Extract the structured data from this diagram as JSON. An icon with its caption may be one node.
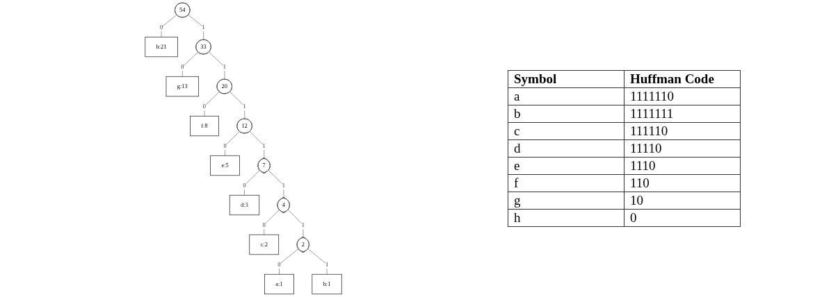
{
  "diagram": {
    "nodes": [
      {
        "text": [
          "54"
        ]
      },
      {
        "text": [
          "h:21"
        ]
      },
      {
        "text": [
          "33"
        ]
      },
      {
        "text": [
          "g:13"
        ]
      },
      {
        "text": [
          "20"
        ]
      },
      {
        "text": [
          "f:8"
        ]
      },
      {
        "text": [
          "12"
        ]
      },
      {
        "text": [
          "e:5"
        ]
      },
      {
        "text": [
          "7"
        ]
      },
      {
        "text": [
          "d:3"
        ]
      },
      {
        "text": [
          "4"
        ]
      },
      {
        "text": [
          "c:2"
        ]
      },
      {
        "text": [
          "2"
        ]
      },
      {
        "text": [
          "a:1"
        ]
      },
      {
        "text": [
          "b:1"
        ]
      }
    ],
    "edges": [
      {
        "from": 0,
        "to": 1,
        "arrow": "none",
        "label": "0"
      },
      {
        "from": 0,
        "to": 2,
        "arrow": "none",
        "label": "1"
      },
      {
        "from": 2,
        "to": 3,
        "arrow": "none",
        "label": "0"
      },
      {
        "from": 2,
        "to": 4,
        "arrow": "none",
        "label": "1"
      },
      {
        "from": 4,
        "to": 5,
        "arrow": "none",
        "label": "0"
      },
      {
        "from": 4,
        "to": 6,
        "arrow": "none",
        "label": "1"
      },
      {
        "from": 6,
        "to": 7,
        "arrow": "none",
        "label": "0"
      },
      {
        "from": 6,
        "to": 8,
        "arrow": "none",
        "label": "1"
      },
      {
        "from": 8,
        "to": 9,
        "arrow": "none",
        "label": "0"
      },
      {
        "from": 8,
        "to": 10,
        "arrow": "none",
        "label": "1"
      },
      {
        "from": 10,
        "to": 11,
        "arrow": "none",
        "label": "0"
      },
      {
        "from": 10,
        "to": 12,
        "arrow": "none",
        "label": "1"
      },
      {
        "from": 12,
        "to": 13,
        "arrow": "none",
        "label": "0"
      },
      {
        "from": 12,
        "to": 14,
        "arrow": "none",
        "label": "1"
      }
    ],
    "labels": [
      "Symbol",
      "Huffman Code",
      "a",
      "1111110",
      "b",
      "1111111",
      "c",
      "111110",
      "d",
      "11110",
      "e",
      "1110",
      "f",
      "110",
      "g",
      "10",
      "h",
      "0"
    ]
  }
}
